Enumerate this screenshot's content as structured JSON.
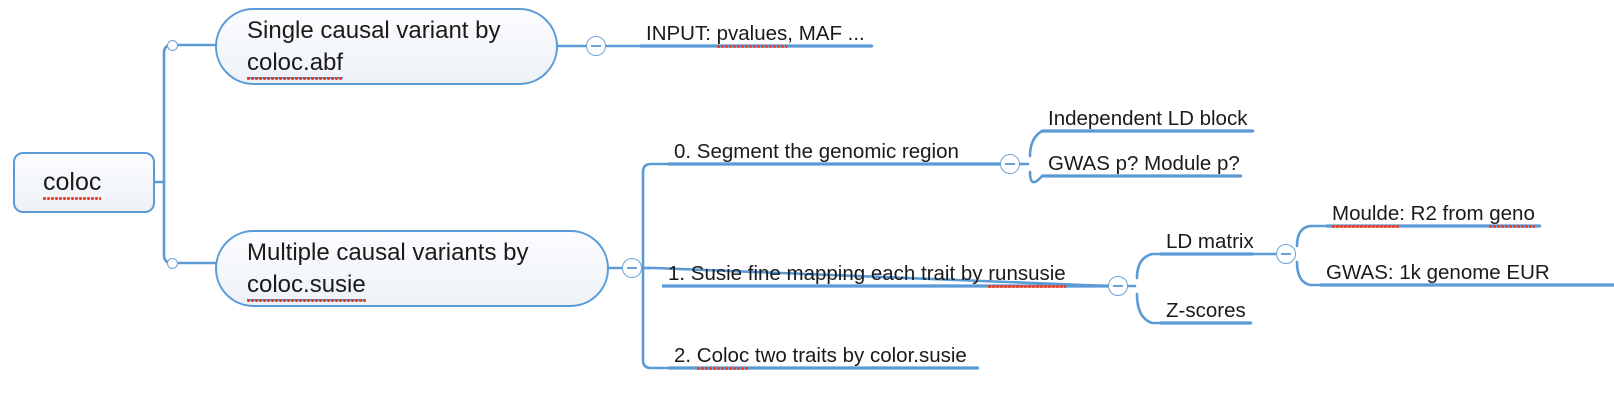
{
  "diagram": {
    "type": "mindmap",
    "colors": {
      "connector": "#5b9bd5",
      "node_border": "#5b9bd5",
      "node_fill": "#eef2f7",
      "text": "#1a1a1a",
      "spellcheck_underline": "#e8402a",
      "background": "#ffffff"
    },
    "root": {
      "label": "coloc"
    },
    "branches": [
      {
        "id": "abf",
        "label_line1": "Single causal variant by",
        "label_line2": "coloc.abf",
        "children": [
          {
            "id": "abf-input",
            "label": "INPUT: pvalues, MAF ..."
          }
        ]
      },
      {
        "id": "susie",
        "label_line1": "Multiple causal variants by",
        "label_line2": "coloc.susie",
        "children": [
          {
            "id": "step0",
            "label": "0. Segment the genomic region",
            "children": [
              {
                "id": "ld-block",
                "label": "Independent LD block"
              },
              {
                "id": "gwas-module-p",
                "label": "GWAS p? Module p?"
              }
            ]
          },
          {
            "id": "step1",
            "label": "1. Susie fine mapping each trait by runsusie",
            "children": [
              {
                "id": "ld-matrix",
                "label": "LD matrix",
                "children": [
                  {
                    "id": "moulde-r2",
                    "label": "Moulde: R2 from geno"
                  },
                  {
                    "id": "gwas-1k",
                    "label": "GWAS: 1k genome EUR"
                  }
                ]
              },
              {
                "id": "z-scores",
                "label": "Z-scores"
              }
            ]
          },
          {
            "id": "step2",
            "label": "2. Coloc two traits by color.susie",
            "children": []
          }
        ]
      }
    ],
    "toggles": {
      "collapse_symbol": "minus"
    }
  }
}
